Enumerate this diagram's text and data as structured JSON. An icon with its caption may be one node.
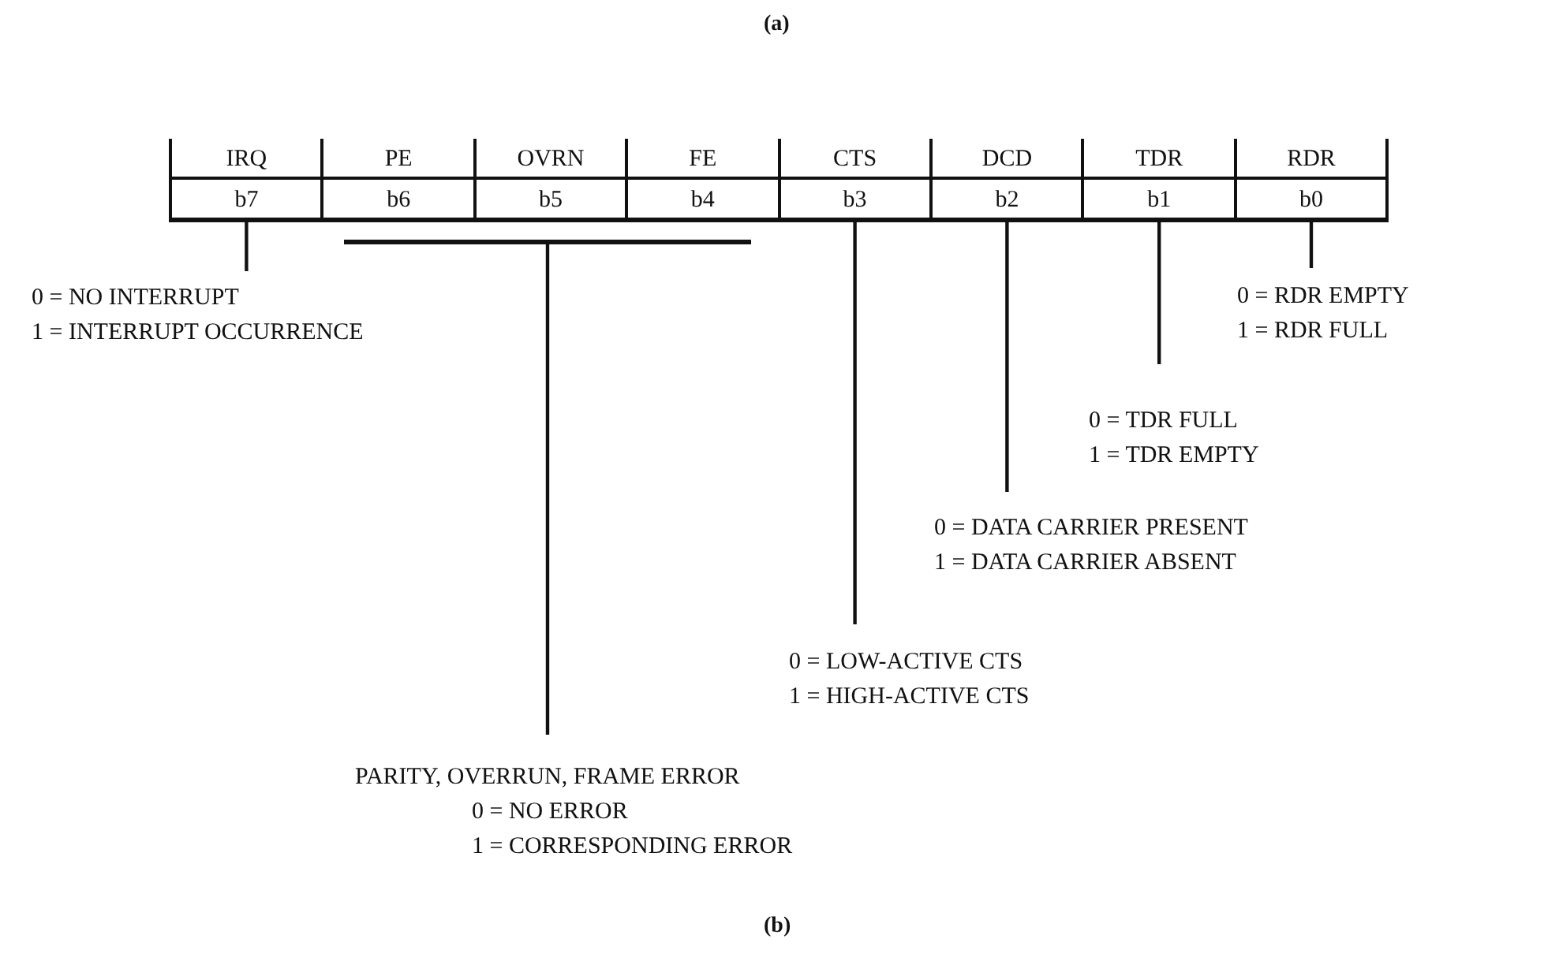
{
  "diagram": {
    "nodes": [
      {
        "text": [
          "IRQ",
          "b7"
        ]
      },
      {
        "text": [
          "PE",
          "b6"
        ]
      },
      {
        "text": [
          "OVRN",
          "b5"
        ]
      },
      {
        "text": [
          "FE",
          "b4"
        ]
      },
      {
        "text": [
          "CTS",
          "b3"
        ]
      },
      {
        "text": [
          "DCD",
          "b2"
        ]
      },
      {
        "text": [
          "TDR",
          "b1"
        ]
      },
      {
        "text": [
          "RDR",
          "b0"
        ]
      },
      {
        "text": [],
        "shape": "bar"
      },
      {
        "text": [
          "0 = NO INTERRUPT",
          "1 = INTERRUPT OCCURRENCE"
        ]
      },
      {
        "text": [
          "0 = RDR EMPTY",
          "1 = RDR FULL"
        ]
      },
      {
        "text": [
          "0 = TDR FULL",
          "1 = TDR EMPTY"
        ]
      },
      {
        "text": [
          "0 = DATA CARRIER PRESENT",
          "1 = DATA CARRIER ABSENT"
        ]
      },
      {
        "text": [
          "0 = LOW-ACTIVE CTS",
          "1 = HIGH-ACTIVE CTS"
        ]
      },
      {
        "text": [
          "PARITY, OVERRUN, FRAME ERROR",
          "0 = NO ERROR",
          "1 = CORRESPONDING ERROR"
        ]
      }
    ],
    "edges": [
      {
        "from": 0,
        "to": 9,
        "arrow": "none"
      },
      {
        "from": 8,
        "to": 14,
        "arrow": "none"
      },
      {
        "from": 4,
        "to": 13,
        "arrow": "none"
      },
      {
        "from": 5,
        "to": 12,
        "arrow": "none"
      },
      {
        "from": 6,
        "to": 11,
        "arrow": "none"
      },
      {
        "from": 7,
        "to": 10,
        "arrow": "none"
      }
    ],
    "labels": [
      "(a)",
      "(b)"
    ]
  }
}
